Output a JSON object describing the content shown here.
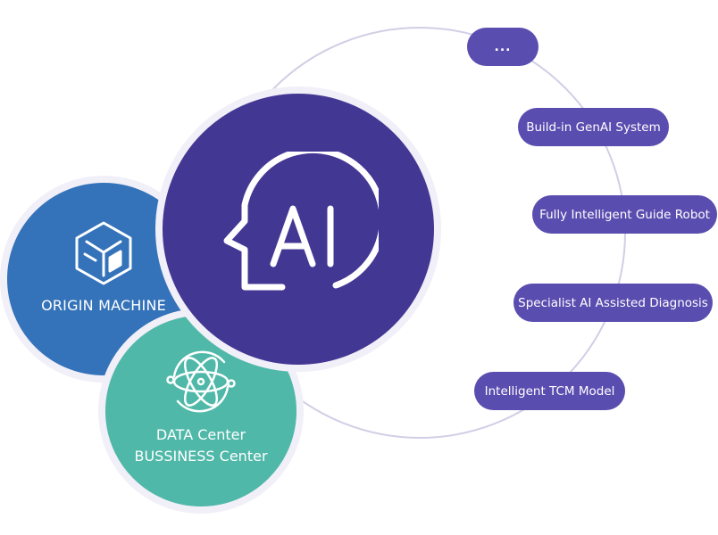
{
  "diagram": {
    "center_node": {
      "label": "AI",
      "icon": "ai-head-icon",
      "color": "#433794"
    },
    "side_nodes": [
      {
        "label": "ORIGIN MACHINE",
        "icon": "cube-icon",
        "color": "#3473b9"
      },
      {
        "label_line1": "DATA Center",
        "label_line2": "BUSSINESS Center",
        "icon": "atom-icon",
        "color": "#4fb8a8"
      }
    ],
    "orbit_color": "#d2cee6",
    "pill_color": "#5a4db0",
    "features": [
      {
        "label": "..."
      },
      {
        "label": "Build-in GenAI System"
      },
      {
        "label": "Fully Intelligent Guide Robot"
      },
      {
        "label": "Specialist AI Assisted Diagnosis"
      },
      {
        "label": "Intelligent TCM Model"
      }
    ]
  }
}
